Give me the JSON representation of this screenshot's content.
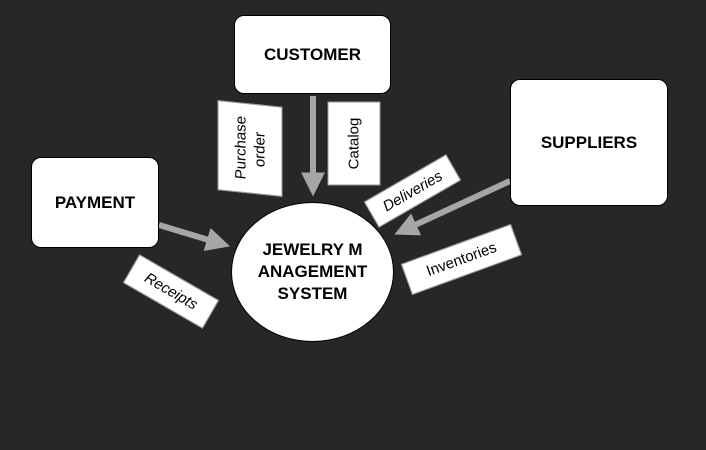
{
  "title": "",
  "colors": {
    "background": "#272727",
    "box_fill": "#ffffff",
    "arrow": "#a6a6a6"
  },
  "process": {
    "label": "JEWELRY MANAGEMENT SYSTEM"
  },
  "entities": {
    "customer": "CUSTOMER",
    "suppliers": "SUPPLIERS",
    "payment": "PAYMENT"
  },
  "flows": {
    "purchase_order": "Purchase order",
    "catalog": "Catalog",
    "deliveries": "Deliveries",
    "inventories": "Inventories",
    "receipts": "Receipts"
  }
}
